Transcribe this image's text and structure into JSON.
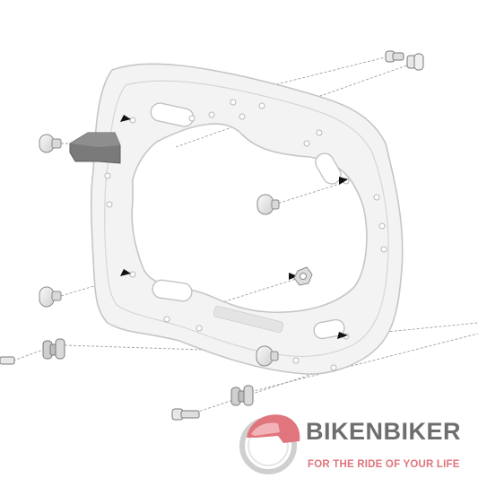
{
  "diagram": {
    "type": "exploded-parts-diagram",
    "subject": "side-carrier-frame-with-mounting-hardware",
    "colors": {
      "frame_fill": "#f2f2f2",
      "frame_stroke": "#c8c8c8",
      "hardware_fill": "#e6e6e6",
      "hardware_stroke": "#8a8a8a",
      "highlight_part": "#7a7a7a",
      "arrow": "#111111",
      "leader_line": "#9a9a9a"
    }
  },
  "brand": {
    "name": "BIKENBIKER",
    "tagline": "FOR THE RIDE OF YOUR LIFE",
    "logo_icon": "helmet-wheel-logo-icon",
    "colors": {
      "accent": "#e0757d",
      "text": "#6e6e6e"
    }
  }
}
